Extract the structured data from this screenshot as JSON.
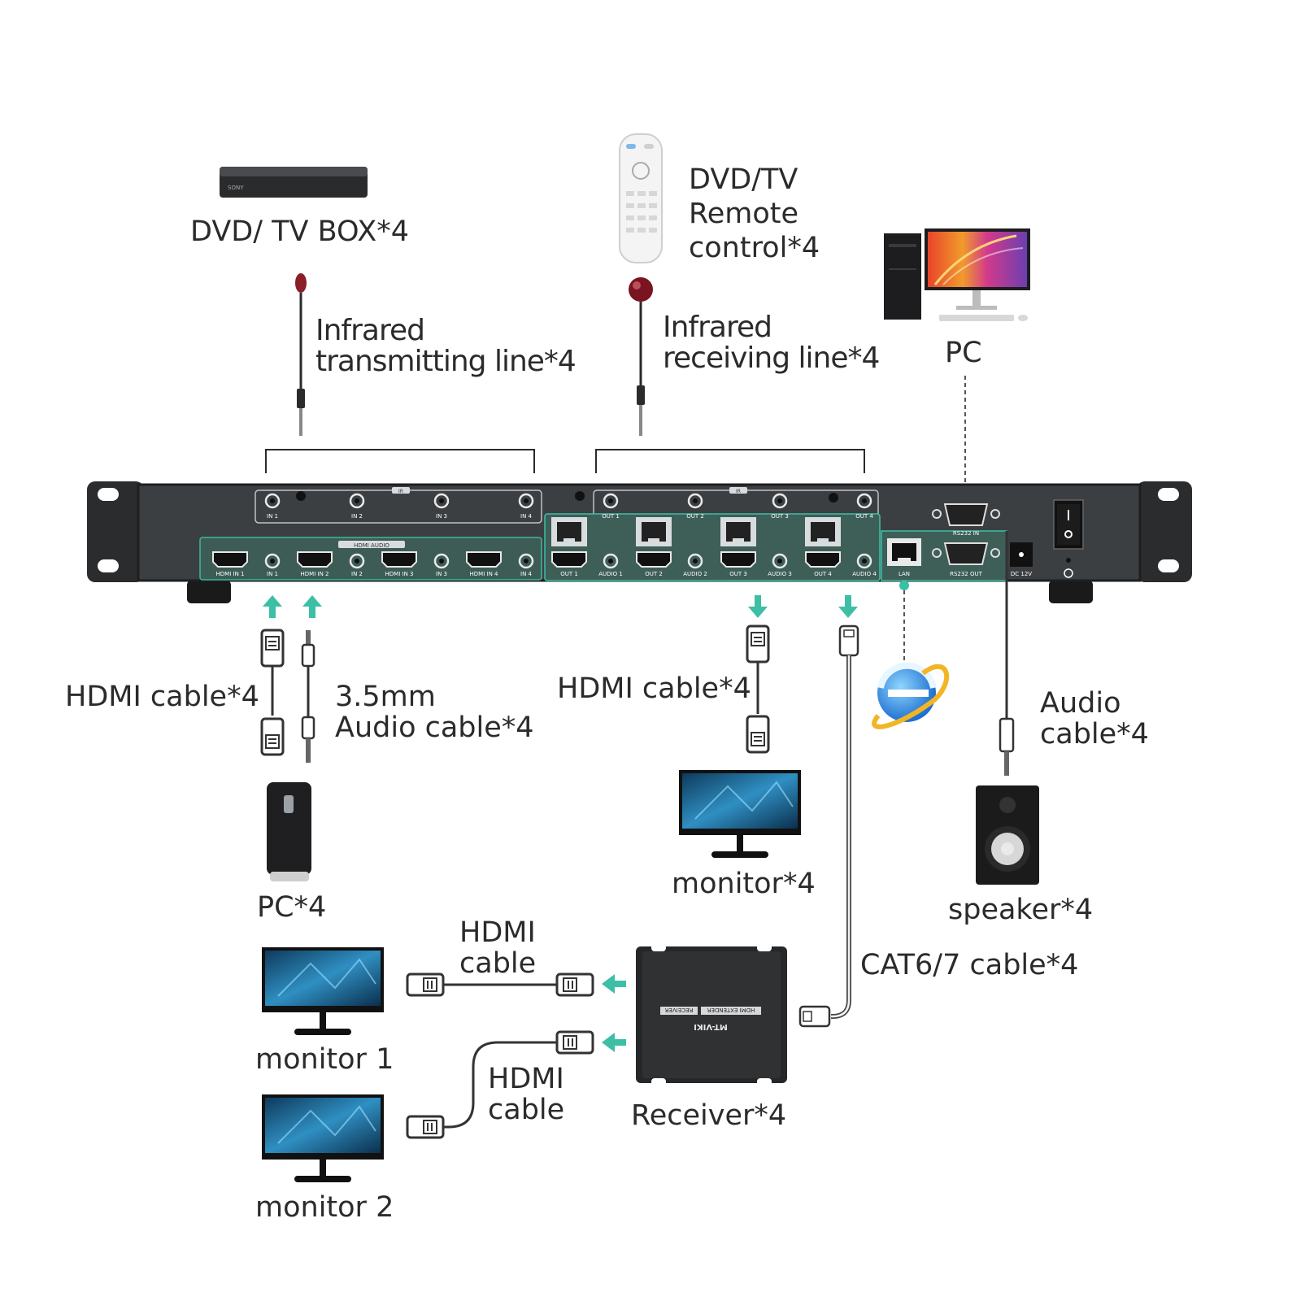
{
  "labels": {
    "dvd_box": "DVD/ TV BOX*4",
    "remote": "DVD/TV\nRemote\ncontrol*4",
    "pc_top": "PC",
    "ir_tx": "Infrared\ntransmitting line*4",
    "ir_rx": "Infrared\nreceiving line*4",
    "hdmi_in": "HDMI cable*4",
    "audio_in": "3.5mm\nAudio cable*4",
    "hdmi_out": "HDMI cable*4",
    "audio_out": "Audio\ncable*4",
    "pc_bottom": "PC*4",
    "monitor": "monitor*4",
    "speaker": "speaker*4",
    "monitor1": "monitor 1",
    "monitor2": "monitor 2",
    "hdmi_cable_1": "HDMI\ncable",
    "hdmi_cable_2": "HDMI\ncable",
    "cat6": "CAT6/7 cable*4",
    "receiver": "Receiver*4"
  },
  "panel": {
    "ir_tag": "IR",
    "hdmi_audio_tag": "HDMI  AUDIO",
    "ir_in": [
      "IN 1",
      "IN 2",
      "IN 3",
      "IN 4"
    ],
    "ir_out": [
      "OUT 1",
      "OUT 2",
      "OUT 3",
      "OUT 4"
    ],
    "hdmi_in": [
      "HDMI IN 1",
      "HDMI IN 2",
      "HDMI IN 3",
      "HDMI IN 4"
    ],
    "audio_in": [
      "IN 1",
      "IN 2",
      "IN 3",
      "IN 4"
    ],
    "hdmi_out": [
      "OUT 1",
      "OUT 2",
      "OUT 3",
      "OUT 4"
    ],
    "audio_out": [
      "AUDIO 1",
      "AUDIO 2",
      "AUDIO 3",
      "AUDIO 4"
    ],
    "lan": "LAN",
    "rs232_in": "RS232 IN",
    "rs232_out": "RS232 OUT",
    "dc": "DC 12V"
  },
  "receiver_device": {
    "brand": "MT-VIKI",
    "badge_left": "RECEIVER",
    "badge_right": "HDMI EXTENDER"
  },
  "dvd_brand": "SONY",
  "colors": {
    "accent": "#3dbfa6",
    "panel": "#3c3f42",
    "panel_border": "#1d1f21",
    "text": "#2b2b2b",
    "monitor_screen": "#1f6c9a"
  }
}
